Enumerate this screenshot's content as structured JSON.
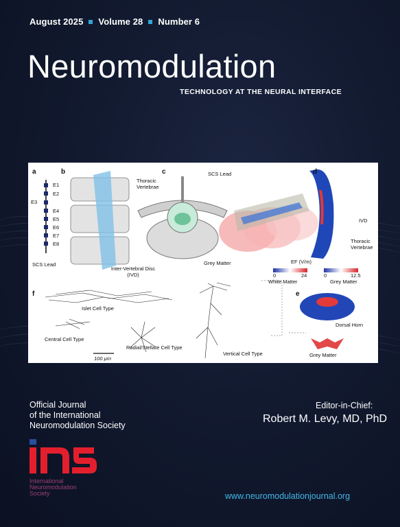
{
  "issue": {
    "date": "August 2025",
    "volume": "Volume 28",
    "number": "Number 6"
  },
  "journal": {
    "title": "Neuromodulation",
    "subtitle": "TECHNOLOGY AT THE NEURAL INTERFACE"
  },
  "figure": {
    "panels": [
      "a",
      "b",
      "c",
      "d",
      "e",
      "f"
    ],
    "electrodes": [
      "E1",
      "E2",
      "E3",
      "E4",
      "E5",
      "E6",
      "E7",
      "E8"
    ],
    "labels": {
      "scs_lead_a": "SCS Lead",
      "thoracic_vertebrae_b": "Thoracic Vertebrae",
      "scs_lead_c": "SCS Lead",
      "ivd_label": "Inter-Vertebral Disc (IVD)",
      "grey_matter_c": "Grey Matter",
      "ivd_d": "IVD",
      "thoracic_vertebrae_d": "Thoracic Vertebrae",
      "ef_title": "EF (V/m)",
      "wm_min": "0",
      "wm_max": "24",
      "gm_min": "0",
      "gm_max": "12.5",
      "white_matter": "White Matter",
      "grey_matter_scale": "Grey Matter",
      "dorsal_horn": "Dorsal Horn",
      "grey_matter_e": "Grey Matter",
      "islet": "Islet Cell Type",
      "central": "Central Cell Type",
      "radial": "Radial/Stellate Cell Type",
      "vertical": "Vertical Cell Type",
      "scale_bar": "100 μm"
    }
  },
  "society": {
    "line1": "Official Journal",
    "line2": "of the International",
    "line3": "Neuromodulation Society",
    "logo_word": "ins",
    "logo_line1": "International",
    "logo_line2": "Neuromodulation",
    "logo_line3": "Society"
  },
  "editor": {
    "label": "Editor-in-Chief:",
    "name": "Robert M. Levy, MD, PhD"
  },
  "url": "www.neuromodulationjournal.org",
  "colors": {
    "accent_blue": "#31a7d8",
    "logo_red": "#e41f2d",
    "logo_blue": "#2a4e9e",
    "url": "#43b6e6"
  }
}
